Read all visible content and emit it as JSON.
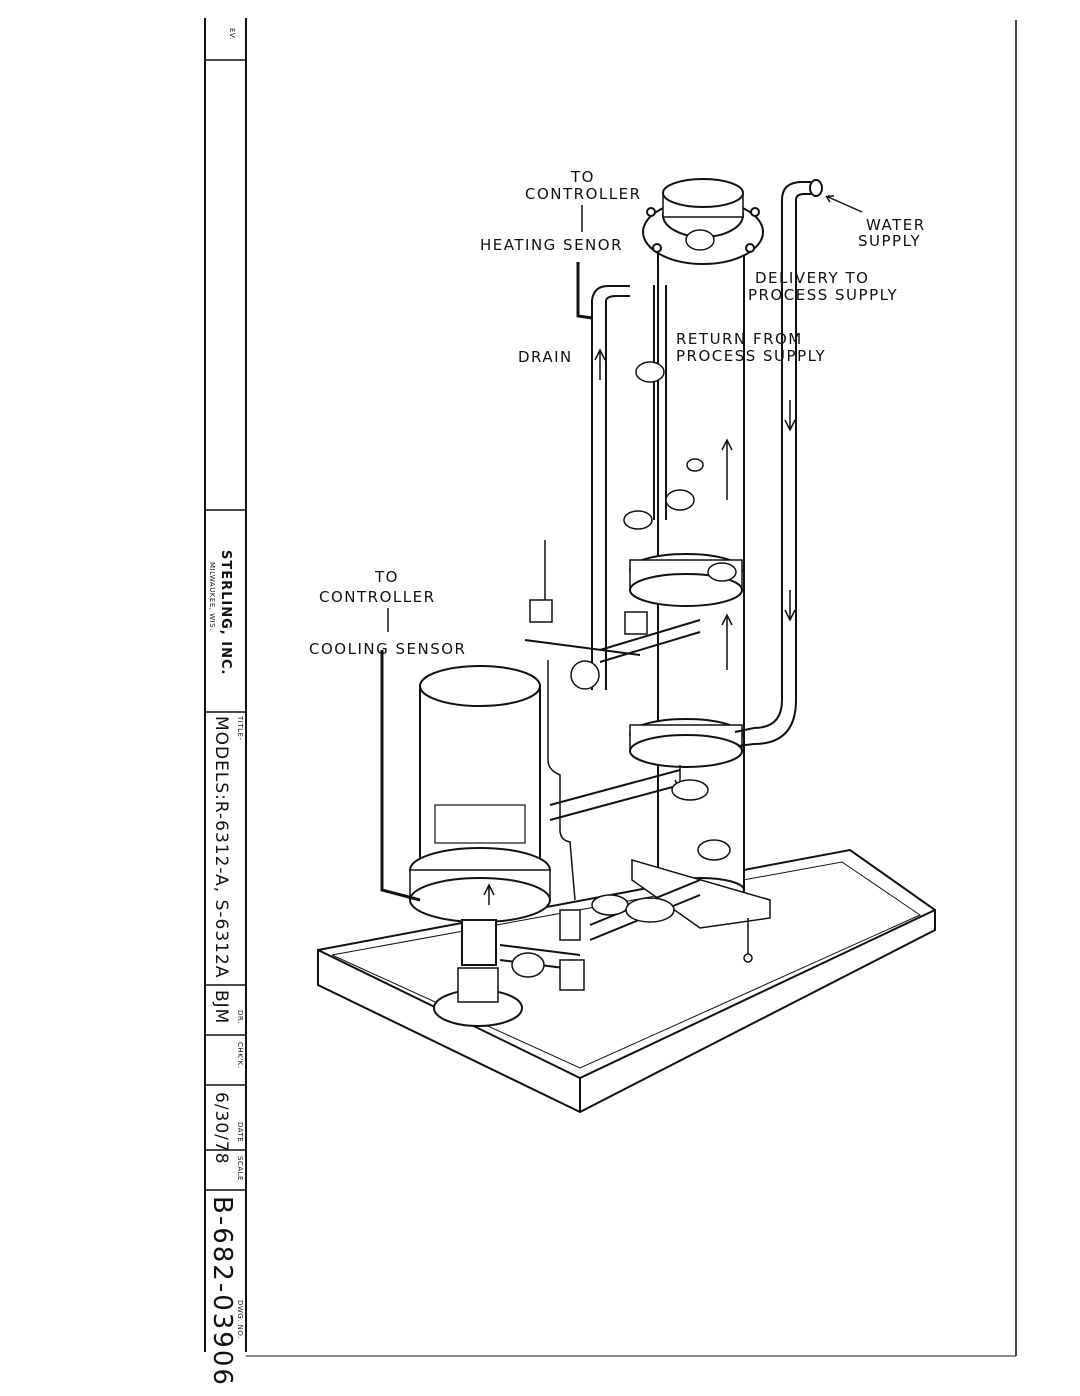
{
  "title_block": {
    "rev_label": "EV.",
    "company": "STERLING, INC.",
    "city": "MILWAUKEE, WIS.",
    "title_label": "TITLE-",
    "title": "MODELS:R-6312-A, S-6312A",
    "drawn_label": "DR.",
    "drawn_by": "BJM",
    "checked_label": "CHK'K.",
    "date_label": "DATE",
    "date": "6/30/78",
    "scale_label": "SCALE",
    "dwg_no_label": "DWG. NO.",
    "dwg_no": "B-682-03906"
  },
  "callouts": {
    "to_controller_top_1": "TO",
    "to_controller_top_2": "CONTROLLER",
    "heating_sensor": "HEATING SENOR",
    "water_supply_1": "WATER",
    "water_supply_2": "SUPPLY",
    "delivery_1": "DELIVERY TO",
    "delivery_2": "PROCESS SUPPLY",
    "return_1": "RETURN FROM",
    "return_2": "PROCESS SUPPLY",
    "drain": "DRAIN",
    "to_controller_bottom_1": "TO",
    "to_controller_bottom_2": "CONTROLLER",
    "cooling_sensor": "COOLING SENSOR"
  }
}
